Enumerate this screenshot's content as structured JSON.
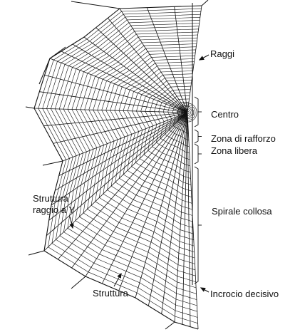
{
  "title": "",
  "colors": {
    "ink": "#111111",
    "background": "#ffffff"
  },
  "labels": {
    "raggi": "Raggi",
    "centro": "Centro",
    "zona_rafforzo": "Zona di rafforzo",
    "zona_libera": "Zona libera",
    "struttura_raggio_y_line1": "Struttura",
    "struttura_raggio_y_line2": "raggio a Y",
    "spirale_collosa": "Spirale collosa",
    "struttura": "Struttura",
    "incrocio_decisivo": "Incrocio decisivo"
  }
}
